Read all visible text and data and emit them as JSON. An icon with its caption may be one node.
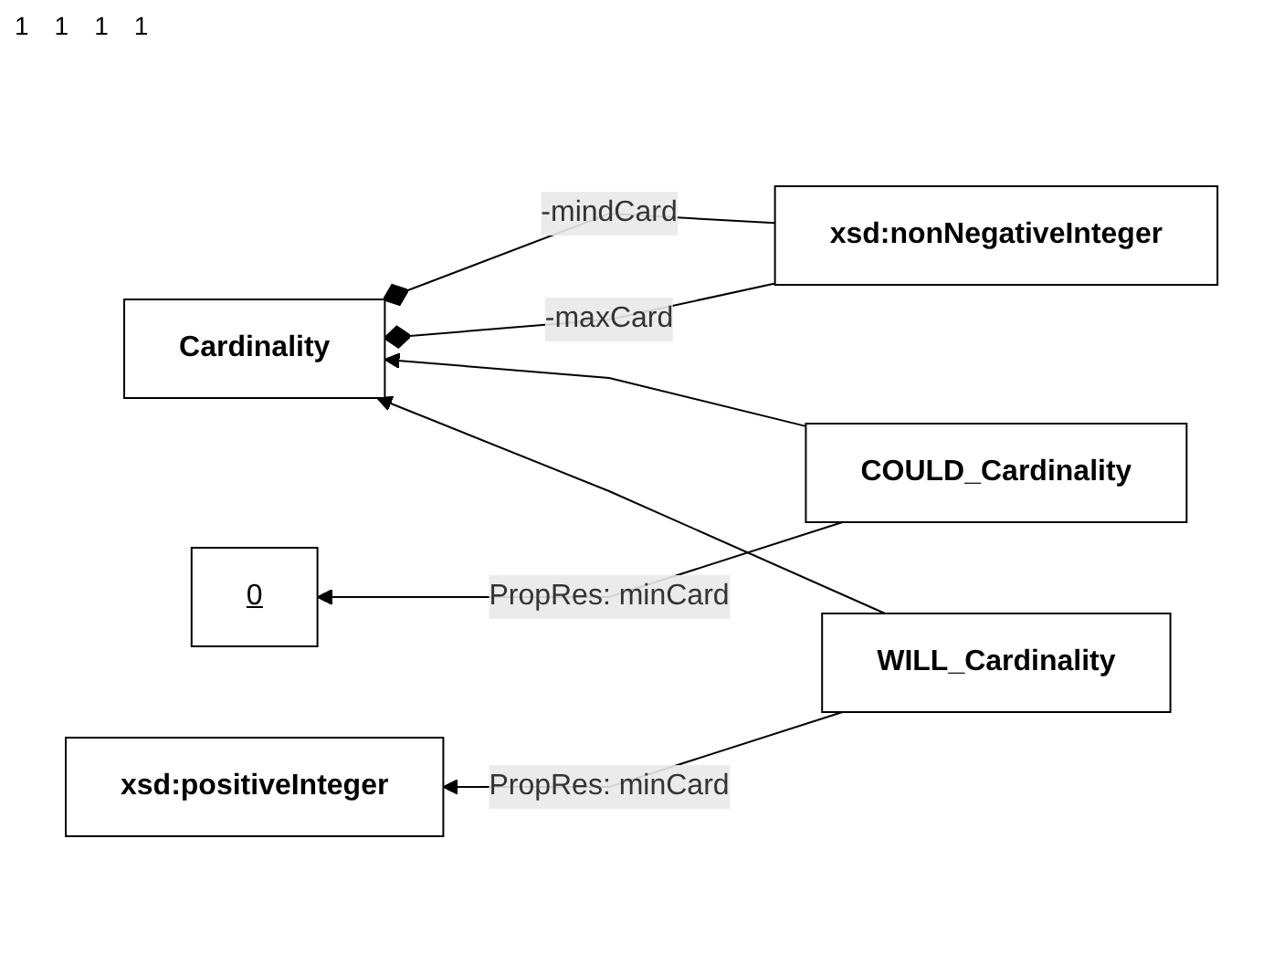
{
  "diagram": {
    "nodes": [
      {
        "text": [
          "xsd:nonNegativeInteger"
        ]
      },
      {
        "text": [
          "Cardinality"
        ]
      },
      {
        "text": [
          "0"
        ]
      },
      {
        "text": [
          "COULD_Cardinality"
        ]
      },
      {
        "text": [
          "xsd:positiveInteger"
        ]
      },
      {
        "text": [
          "WILL_Cardinality"
        ]
      }
    ],
    "edges": [
      {
        "from": 0,
        "to": 1,
        "arrow": "other",
        "label": "-mindCard"
      },
      {
        "from": 0,
        "to": 1,
        "arrow": "other",
        "label": "-maxCard"
      },
      {
        "from": 3,
        "to": 1,
        "arrow": "to"
      },
      {
        "from": 3,
        "to": 2,
        "arrow": "to",
        "label": "PropRes: minCard"
      },
      {
        "from": 5,
        "to": 4,
        "arrow": "to",
        "label": "PropRes: minCard"
      },
      {
        "from": 5,
        "to": 1,
        "arrow": "to"
      }
    ],
    "labels": [
      "1",
      "1",
      "1",
      "1"
    ]
  }
}
